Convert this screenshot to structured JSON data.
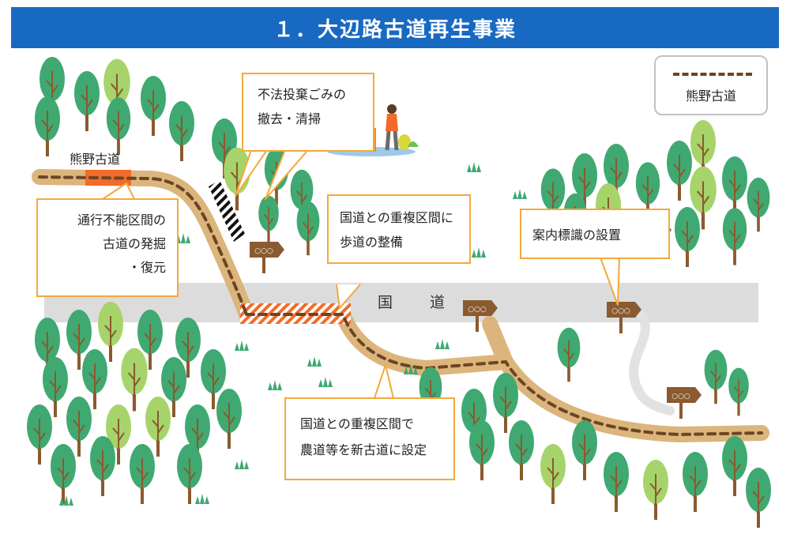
{
  "title": "１．大辺路古道再生事業",
  "legend": {
    "label": "熊野古道",
    "line_color": "#6b4524"
  },
  "labels": {
    "kodo": "熊野古道",
    "national_road": "国　道"
  },
  "callouts": {
    "dumping": [
      "不法投棄ごみの",
      "撤去・清掃"
    ],
    "excavation": [
      "通行不能区間の",
      "古道の発掘",
      "・復元"
    ],
    "sidewalk": [
      "国道との重複区間に",
      "歩道の整備"
    ],
    "signage": [
      "案内標識の設置"
    ],
    "farm_road": [
      "国道との重複区間で",
      "農道等を新古道に設定"
    ]
  },
  "sign_text": "○○○",
  "colors": {
    "title_bar": "#1869c1",
    "callout_border": "#f3a93b",
    "path_fill": "#dcb57c",
    "path_dash": "#6b4524",
    "highlight": "#f26b2a",
    "national_road": "#dcdcdc",
    "tree_dark": "#3fa971",
    "tree_light": "#a6d46a",
    "trunk": "#8a5a2e",
    "sign": "#8a5a30"
  },
  "icons": [
    "tree-icon",
    "signpost-icon",
    "worker-digging-icon",
    "cleanup-people-icon",
    "grass-tuft-icon"
  ]
}
